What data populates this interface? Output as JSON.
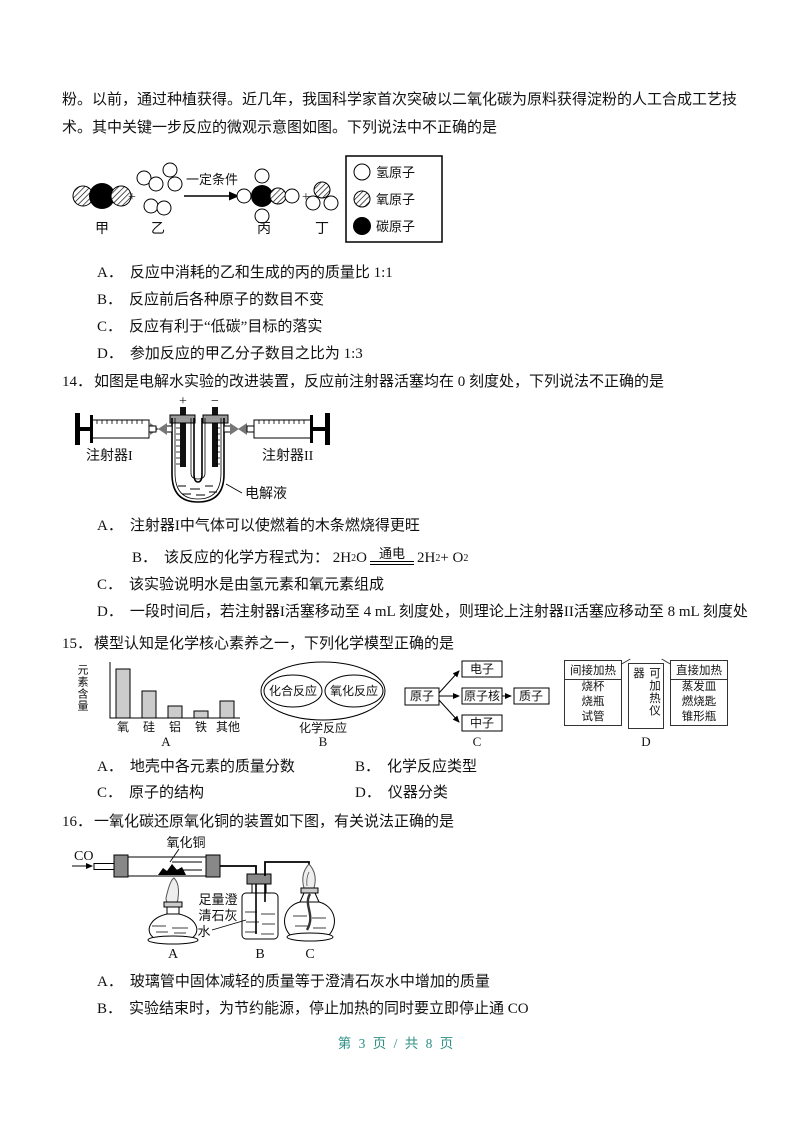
{
  "footer": {
    "text": "第 3 页 / 共 8 页",
    "color": "#2e8f85"
  },
  "q13": {
    "intro1": "粉。以前，通过种植获得。近几年，我国科学家首次突破以二氧化碳为原料获得淀粉的人工合成工艺技",
    "intro2": "术。其中关键一步反应的微观示意图如图。下列说法中不正确的是",
    "diagram": {
      "label_jia": "甲",
      "label_yi": "乙",
      "label_bing": "丙",
      "label_ding": "丁",
      "plus1": "+",
      "plus2": "+",
      "condition": "一定条件",
      "legend": [
        "氢原子",
        "氧原子",
        "碳原子"
      ]
    },
    "options": [
      {
        "key": "A．",
        "text": "反应中消耗的乙和生成的丙的质量比 1:1"
      },
      {
        "key": "B．",
        "text": "反应前后各种原子的数目不变"
      },
      {
        "key": "C．",
        "text": "反应有利于“低碳”目标的落实"
      },
      {
        "key": "D．",
        "text": "参加反应的甲乙分子数目之比为 1:3"
      }
    ]
  },
  "q14": {
    "number": "14．",
    "stem": "如图是电解水实验的改进装置，反应前注射器活塞均在 0 刻度处，下列说法不正确的是",
    "diagram": {
      "plus": "+",
      "minus": "−",
      "syringe1": "注射器I",
      "syringe2": "注射器II",
      "electrolyte": "电解液"
    },
    "optionA": {
      "key": "A．",
      "text": "注射器I中气体可以使燃着的木条燃烧得更旺"
    },
    "optionB": {
      "key": "B．",
      "prefix": "该反应的化学方程式为：",
      "eq_lhs": "2H",
      "eq_lhs_sub": "2",
      "eq_lhs_tail": "O",
      "eq_cond": "通电",
      "eq_rhs1": "2H",
      "eq_rhs1_sub": "2",
      "eq_plus": " + O",
      "eq_rhs2_sub": "2"
    },
    "optionC": {
      "key": "C．",
      "text": "该实验说明水是由氢元素和氧元素组成"
    },
    "optionD": {
      "key": "D．",
      "text": "一段时间后，若注射器I活塞移动至 4 mL 刻度处，则理论上注射器II活塞应移动至 8 mL 刻度处"
    }
  },
  "q15": {
    "number": "15．",
    "stem": "模型认知是化学核心素养之一，下列化学模型正确的是",
    "model_a": {
      "ylabel": "元素含量",
      "panel_label": "A",
      "chart_data": {
        "type": "bar",
        "categories": [
          "氧",
          "硅",
          "铝",
          "铁",
          "其他"
        ],
        "values": [
          49,
          27,
          12,
          7,
          17
        ],
        "title": "",
        "xlabel": "",
        "ylabel": "元素含量",
        "note": "no numeric axis; relative element mass fraction in earth crust"
      }
    },
    "model_b": {
      "inner1": "化合反应",
      "inner2": "氧化反应",
      "outer": "化学反应",
      "panel_label": "B"
    },
    "model_c": {
      "root": "原子",
      "child1": "电子",
      "child2": "原子核",
      "child3": "中子",
      "grandchild": "质子",
      "panel_label": "C"
    },
    "model_d": {
      "left_title": "间接加热",
      "left_items": [
        "烧杯",
        "烧瓶",
        "试管"
      ],
      "mid": "可加热仪器",
      "right_title": "直接加热",
      "right_items": [
        "蒸发皿",
        "燃烧匙",
        "锥形瓶"
      ],
      "panel_label": "D"
    },
    "options": [
      {
        "key": "A．",
        "text": "地壳中各元素的质量分数"
      },
      {
        "key": "B．",
        "text": "化学反应类型"
      },
      {
        "key": "C．",
        "text": "原子的结构"
      },
      {
        "key": "D．",
        "text": "仪器分类"
      }
    ]
  },
  "q16": {
    "number": "16．",
    "stem": "一氧化碳还原氧化铜的装置如下图，有关说法正确的是",
    "diagram": {
      "gas": "CO",
      "cuo": "氧化铜",
      "limewater1": "足量澄",
      "limewater2": "清石灰",
      "limewater3": "水",
      "label_a": "A",
      "label_b": "B",
      "label_c": "C"
    },
    "options": [
      {
        "key": "A．",
        "text": "玻璃管中固体减轻的质量等于澄清石灰水中增加的质量"
      },
      {
        "key": "B．",
        "text": "实验结束时，为节约能源，停止加热的同时要立即停止通 CO"
      }
    ]
  }
}
